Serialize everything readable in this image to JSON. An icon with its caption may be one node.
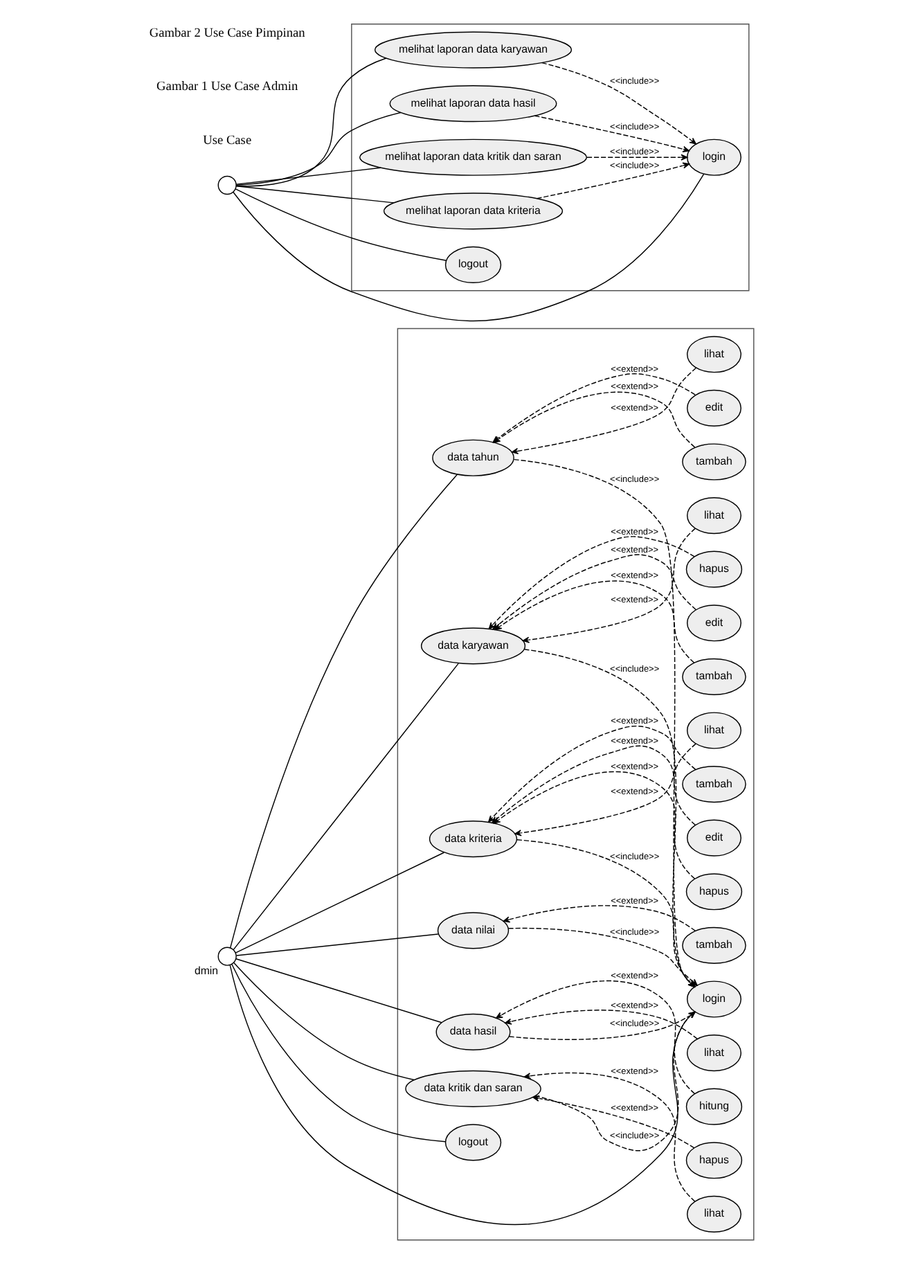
{
  "diagram": {
    "nodes": [
      {
        "text": [],
        "shape": "box"
      },
      {
        "text": [
          "dmin"
        ]
      },
      {
        "text": [
          "data tahun"
        ],
        "in": 0
      },
      {
        "text": [
          "lihat"
        ],
        "in": 0
      },
      {
        "text": [
          "tambah"
        ],
        "in": 0
      },
      {
        "text": [
          "edit"
        ],
        "in": 0
      },
      {
        "text": [
          "data karyawan"
        ],
        "in": 0
      },
      {
        "text": [
          "lihat"
        ],
        "in": 0
      },
      {
        "text": [
          "tambah"
        ],
        "in": 0
      },
      {
        "text": [
          "edit"
        ],
        "in": 0
      },
      {
        "text": [
          "hapus"
        ],
        "in": 0
      },
      {
        "text": [
          "data kriteria"
        ],
        "in": 0
      },
      {
        "text": [
          "lihat"
        ],
        "in": 0
      },
      {
        "text": [
          "hapus"
        ],
        "in": 0
      },
      {
        "text": [
          "edit"
        ],
        "in": 0
      },
      {
        "text": [
          "tambah"
        ],
        "in": 0
      },
      {
        "text": [
          "login"
        ],
        "in": 0
      },
      {
        "text": [
          "data nilai"
        ],
        "in": 0
      },
      {
        "text": [
          "tambah"
        ],
        "in": 0
      },
      {
        "text": [
          "data hasil"
        ],
        "in": 0
      },
      {
        "text": [
          "lihat"
        ],
        "in": 0
      },
      {
        "text": [
          "hitung"
        ],
        "in": 0
      },
      {
        "text": [
          "data kritik dan saran"
        ],
        "in": 0
      },
      {
        "text": [
          "hapus"
        ],
        "in": 0
      },
      {
        "text": [
          "lihat"
        ],
        "in": 0
      },
      {
        "text": [
          "logout"
        ],
        "in": 0
      },
      {
        "text": [],
        "shape": "box"
      },
      {
        "text": [],
        "shape": "person"
      },
      {
        "text": [
          "login"
        ],
        "in": 26
      },
      {
        "text": [
          "melihat laporan data karyawan"
        ],
        "in": 26
      },
      {
        "text": [
          "melihat laporan data hasil"
        ],
        "in": 26
      },
      {
        "text": [
          "melihat laporan data kritik dan saran"
        ],
        "in": 26
      },
      {
        "text": [
          "melihat laporan data kriteria"
        ],
        "in": 26
      },
      {
        "text": [
          "logout"
        ],
        "in": 26
      }
    ],
    "edges": [
      {
        "from": 1,
        "to": 2,
        "arrow": "none"
      },
      {
        "from": 1,
        "to": 6,
        "arrow": "none"
      },
      {
        "from": 1,
        "to": 11,
        "arrow": "none"
      },
      {
        "from": 1,
        "to": 16,
        "arrow": "none"
      },
      {
        "from": 1,
        "to": 17,
        "arrow": "none"
      },
      {
        "from": 1,
        "to": 19,
        "arrow": "none"
      },
      {
        "from": 1,
        "to": 22,
        "arrow": "none"
      },
      {
        "from": 1,
        "to": 25,
        "arrow": "none"
      },
      {
        "from": 3,
        "to": 2,
        "arrow": "to",
        "style": "dashed",
        "label": "<<extend>>"
      },
      {
        "from": 4,
        "to": 2,
        "arrow": "to",
        "style": "dashed",
        "label": "<<extend>>"
      },
      {
        "from": 5,
        "to": 2,
        "arrow": "to",
        "style": "dashed",
        "label": "<<extend>>"
      },
      {
        "from": 7,
        "to": 6,
        "arrow": "to",
        "style": "dashed",
        "label": "<<extend>>"
      },
      {
        "from": 8,
        "to": 6,
        "arrow": "to",
        "style": "dashed",
        "label": "<<extend>>"
      },
      {
        "from": 9,
        "to": 6,
        "arrow": "to",
        "style": "dashed",
        "label": "<<extend>>"
      },
      {
        "from": 10,
        "to": 6,
        "arrow": "to",
        "style": "dashed",
        "label": "<<extend>>"
      },
      {
        "from": 12,
        "to": 11,
        "arrow": "to",
        "style": "dashed",
        "label": "<<extend>>"
      },
      {
        "from": 13,
        "to": 11,
        "arrow": "to",
        "style": "dashed",
        "label": "<<extend>>"
      },
      {
        "from": 14,
        "to": 11,
        "arrow": "to",
        "style": "dashed",
        "label": "<<extend>>"
      },
      {
        "from": 15,
        "to": 11,
        "arrow": "to",
        "style": "dashed",
        "label": "<<extend>>"
      },
      {
        "from": 18,
        "to": 17,
        "arrow": "to",
        "style": "dashed",
        "label": "<<extend>>"
      },
      {
        "from": 20,
        "to": 19,
        "arrow": "to",
        "style": "dashed",
        "label": "<<extend>>"
      },
      {
        "from": 21,
        "to": 19,
        "arrow": "to",
        "style": "dashed",
        "label": "<<extend>>"
      },
      {
        "from": 23,
        "to": 22,
        "arrow": "to",
        "style": "dashed",
        "label": "<<extend>>"
      },
      {
        "from": 24,
        "to": 22,
        "arrow": "to",
        "style": "dashed",
        "label": "<<extend>>"
      },
      {
        "from": 2,
        "to": 16,
        "arrow": "to",
        "style": "dashed",
        "label": "<<include>>"
      },
      {
        "from": 6,
        "to": 16,
        "arrow": "to",
        "style": "dashed",
        "label": "<<include>>"
      },
      {
        "from": 11,
        "to": 16,
        "arrow": "to",
        "style": "dashed",
        "label": "<<include>>"
      },
      {
        "from": 17,
        "to": 16,
        "arrow": "to",
        "style": "dashed",
        "label": "<<include>>"
      },
      {
        "from": 19,
        "to": 16,
        "arrow": "to",
        "style": "dashed",
        "label": "<<include>>"
      },
      {
        "from": 22,
        "to": 16,
        "arrow": "to",
        "style": "dashed",
        "label": "<<include>>"
      },
      {
        "from": 27,
        "to": 28,
        "arrow": "none"
      },
      {
        "from": 27,
        "to": 29,
        "arrow": "none"
      },
      {
        "from": 27,
        "to": 30,
        "arrow": "none"
      },
      {
        "from": 27,
        "to": 31,
        "arrow": "none"
      },
      {
        "from": 27,
        "to": 32,
        "arrow": "none"
      },
      {
        "from": 27,
        "to": 33,
        "arrow": "none"
      },
      {
        "from": 29,
        "to": 28,
        "arrow": "to",
        "style": "dashed",
        "label": "<<include>>"
      },
      {
        "from": 30,
        "to": 28,
        "arrow": "to",
        "style": "dashed",
        "label": "<<include>>"
      },
      {
        "from": 31,
        "to": 28,
        "arrow": "to",
        "style": "dashed",
        "label": "<<include>>"
      },
      {
        "from": 32,
        "to": 28,
        "arrow": "to",
        "style": "dashed",
        "label": "<<include>>"
      }
    ],
    "labels": [
      "Use Case",
      "Gambar 1 Use Case Admin",
      "Gambar 2 Use Case Pimpinan"
    ]
  }
}
